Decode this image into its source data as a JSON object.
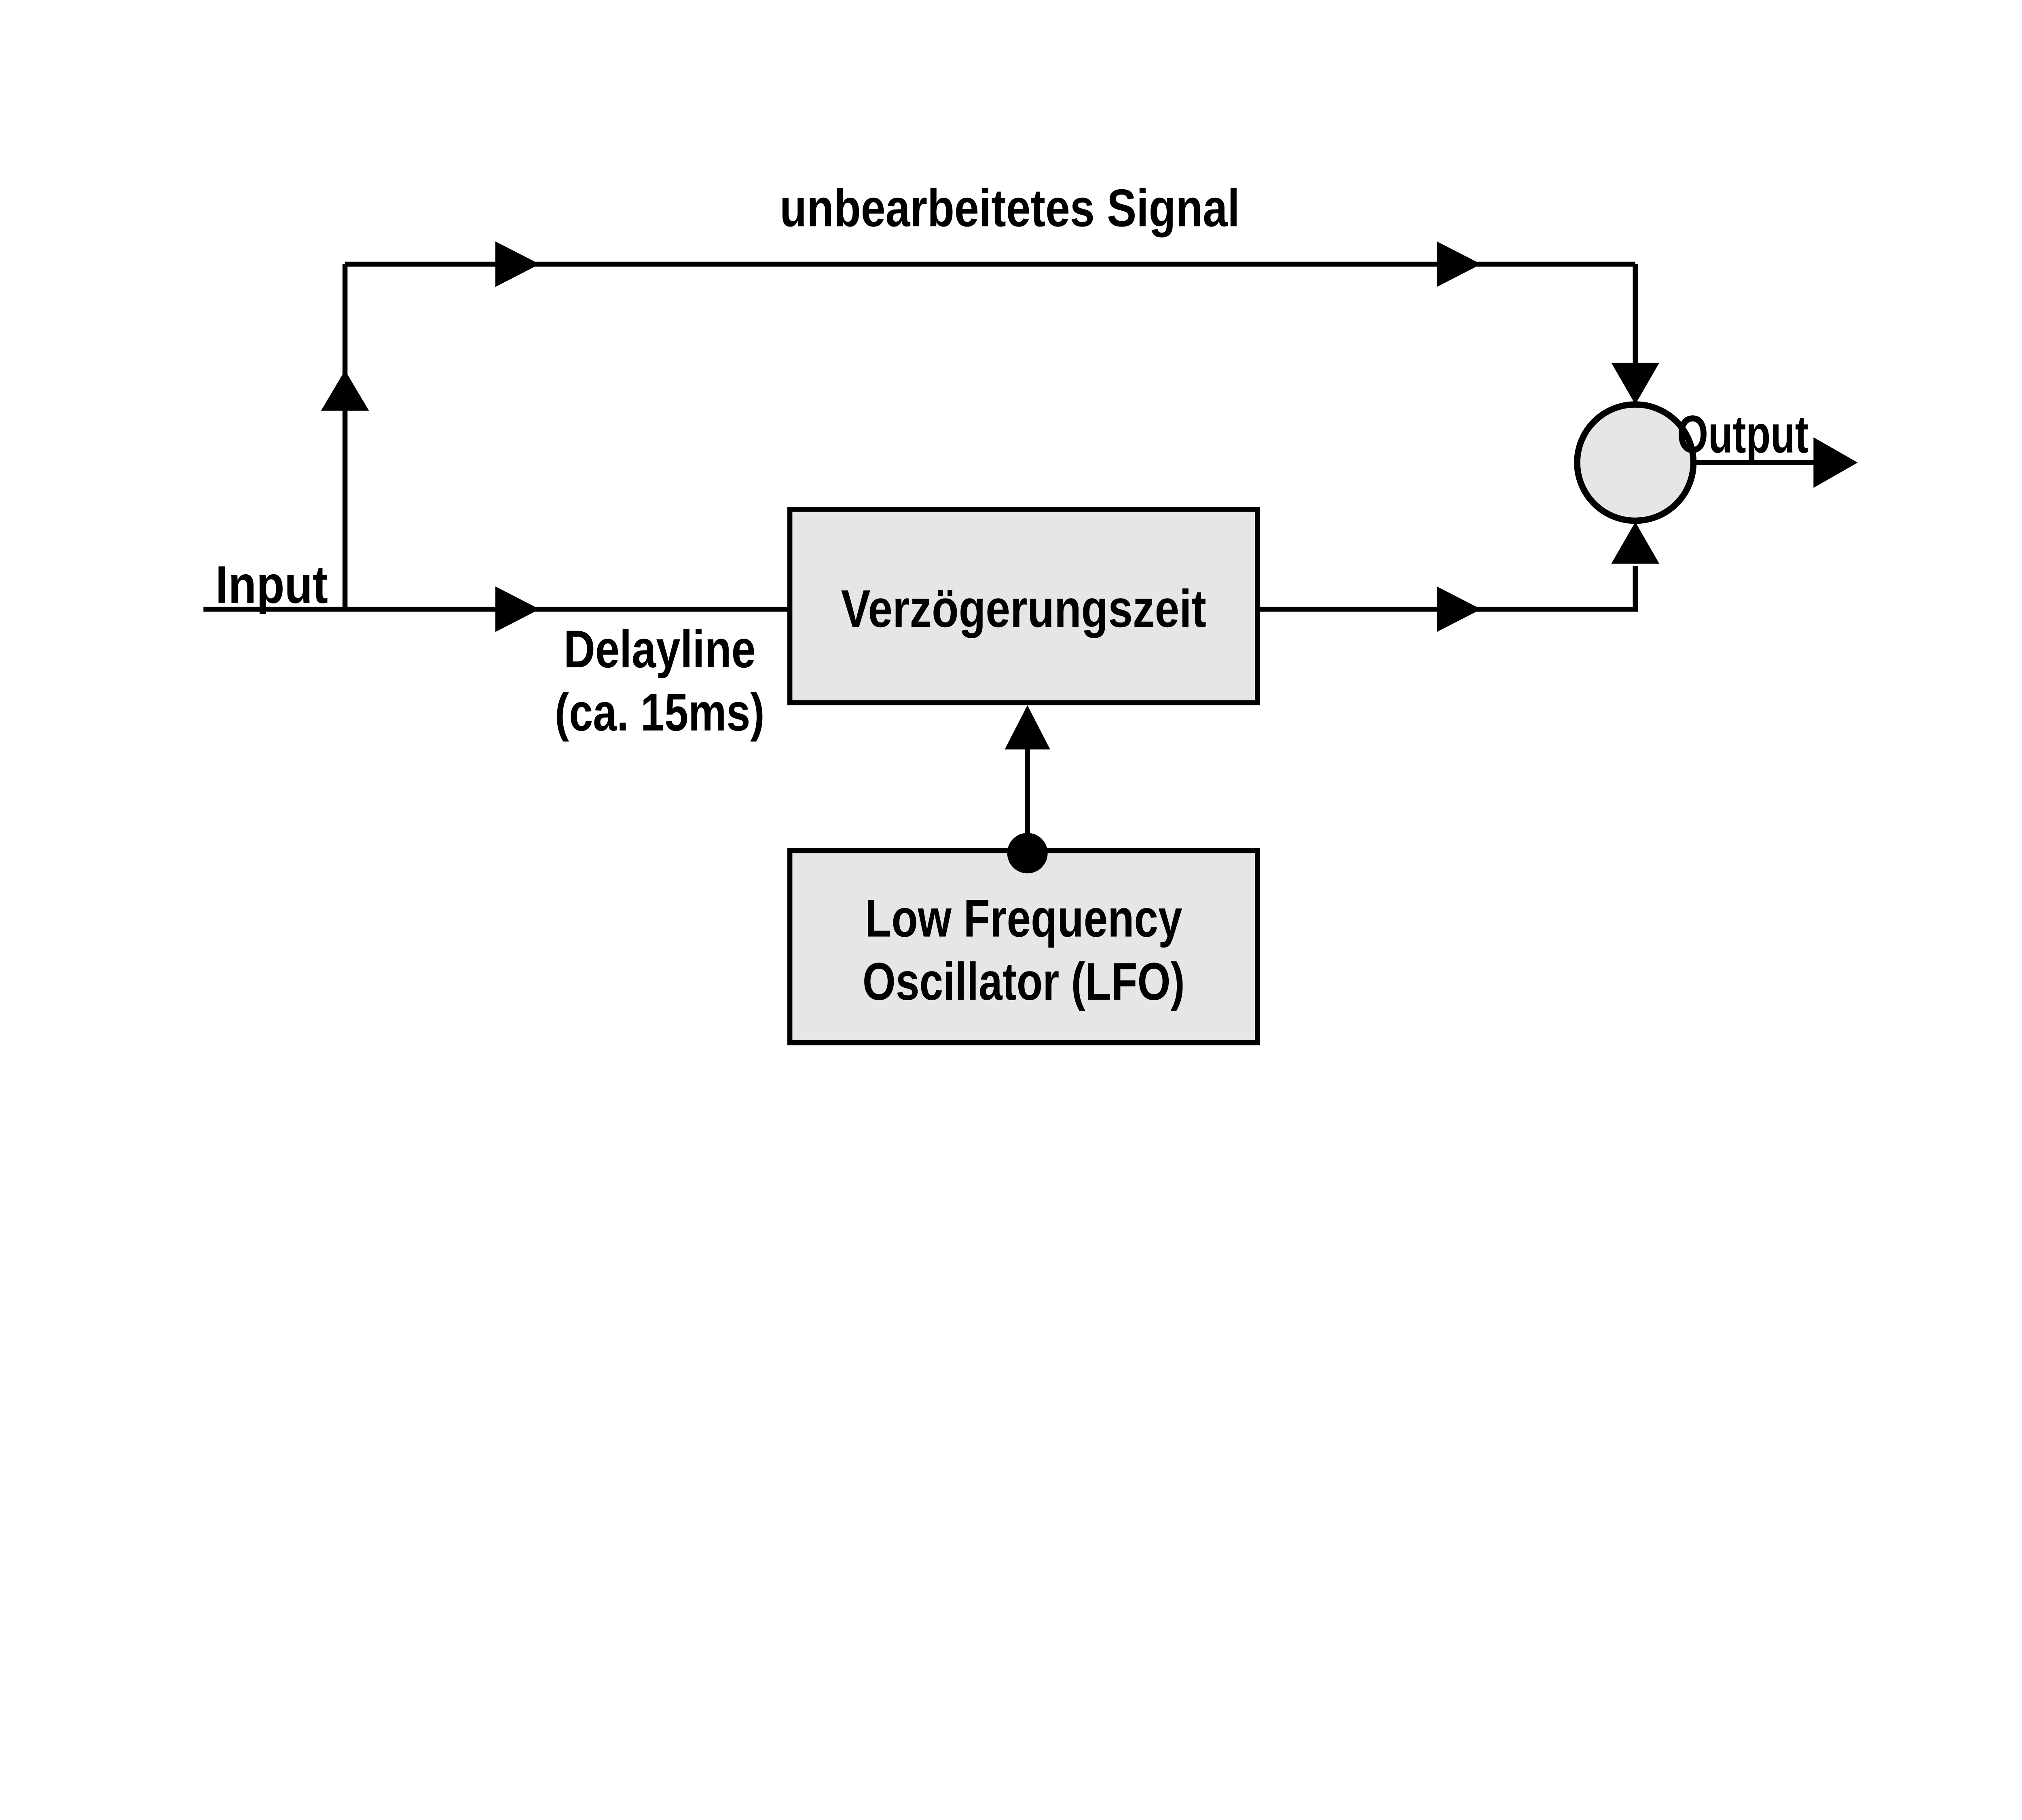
{
  "diagram": {
    "labels": {
      "unprocessed_signal": "unbearbeitetes Signal",
      "input": "Input",
      "delayline_1": "Delayline",
      "delayline_2": "(ca. 15ms)",
      "delay_box": "Verzögerungszeit",
      "lfo_1": "Low Frequency",
      "lfo_2": "Oscillator (LFO)",
      "output": "Output"
    },
    "colors": {
      "background": "#ffffff",
      "stroke": "#000000",
      "node_fill": "#e6e6e6"
    }
  }
}
